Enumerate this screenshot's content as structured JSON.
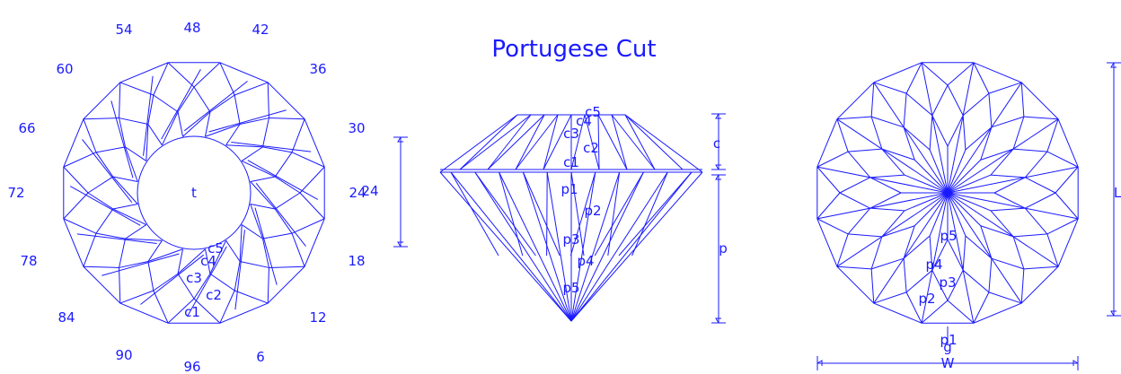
{
  "title": "Portugese Cut",
  "colors": {
    "line": "#1a1aff",
    "text": "#1a1aff",
    "background": "#ffffff"
  },
  "index_labels": [
    "48",
    "42",
    "36",
    "30",
    "24",
    "18",
    "12",
    "6",
    "96",
    "90",
    "84",
    "78",
    "72",
    "66",
    "60",
    "54"
  ],
  "crown_view": {
    "table_label": "t",
    "facet_labels": [
      "c1",
      "c2",
      "c3",
      "c4",
      "c5"
    ]
  },
  "side_view": {
    "crown_facets": [
      "c1",
      "c2",
      "c3",
      "c4",
      "c5"
    ],
    "pavilion_facets": [
      "p1",
      "p2",
      "p3",
      "p4",
      "p5"
    ],
    "crown_height_label": "c",
    "pavilion_depth_label": "p",
    "table_dim_label": "24"
  },
  "pavilion_view": {
    "facet_labels": [
      "p1",
      "p2",
      "p3",
      "p4",
      "p5"
    ],
    "girdle_label": "g",
    "width_label": "W",
    "length_label": "L"
  }
}
